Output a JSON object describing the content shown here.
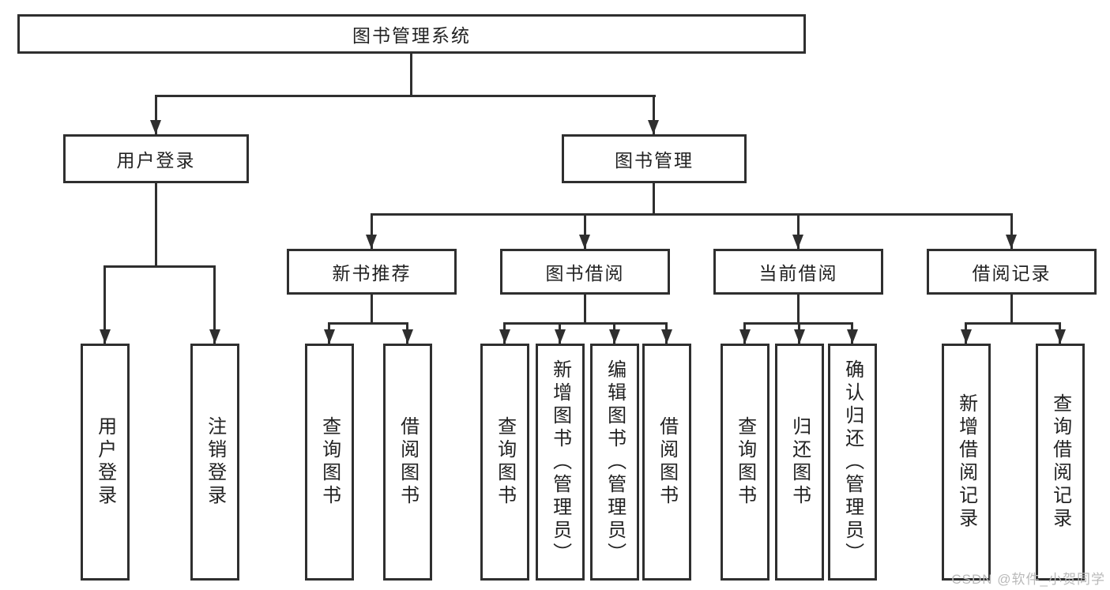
{
  "diagram": {
    "root": {
      "label": "图书管理系统"
    },
    "level2": [
      {
        "label": "用户登录"
      },
      {
        "label": "图书管理"
      }
    ],
    "level3": [
      {
        "label": "新书推荐"
      },
      {
        "label": "图书借阅"
      },
      {
        "label": "当前借阅"
      },
      {
        "label": "借阅记录"
      }
    ],
    "leaves": {
      "user_login": [
        "用户登录",
        "注销登录"
      ],
      "new_book_recommendation": [
        "查询图书",
        "借阅图书"
      ],
      "book_borrowing": [
        "查询图书",
        "新增图书（管理员）",
        "编辑图书（管理员）",
        "借阅图书"
      ],
      "current_borrowing": [
        "查询图书",
        "归还图书",
        "确认归还（管理员）"
      ],
      "borrowing_records": [
        "新增借阅记录",
        "查询借阅记录"
      ]
    }
  },
  "watermark": {
    "text": "CSDN @软件_小贺同学"
  },
  "colors": {
    "line": "#2f2f2f",
    "text": "#222222",
    "watermark": "#b9b9b9",
    "background": "#ffffff"
  }
}
